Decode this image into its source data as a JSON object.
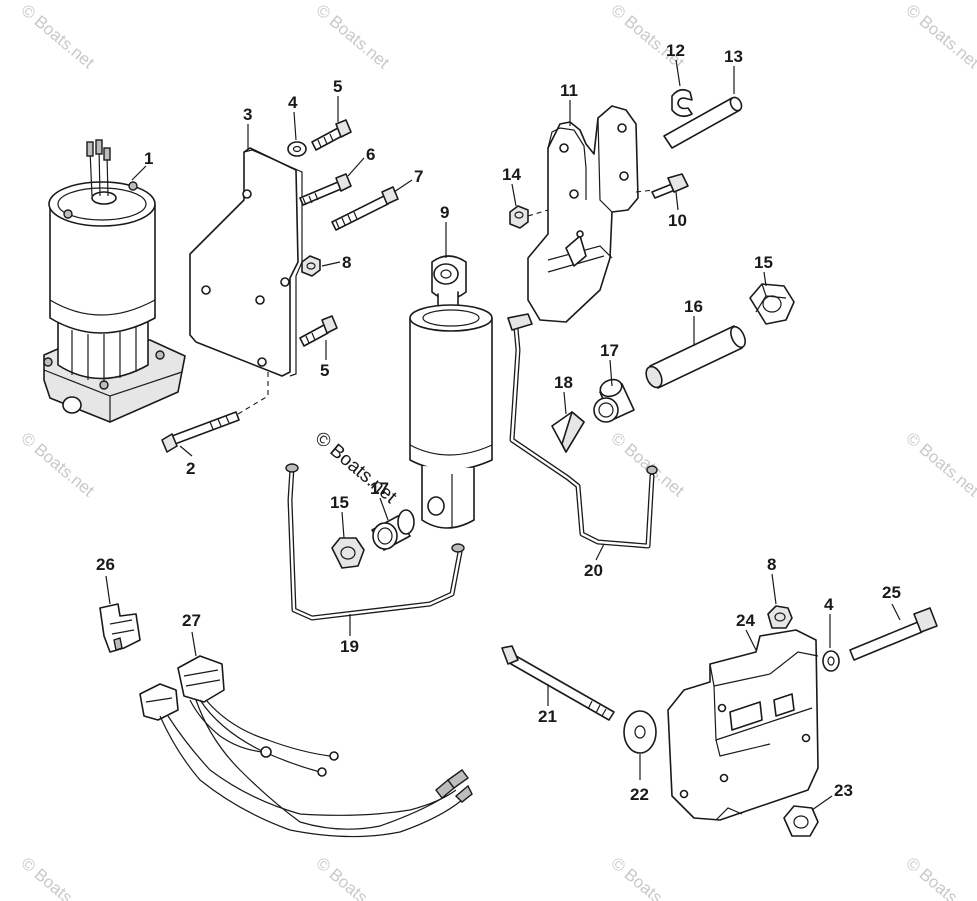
{
  "watermark": {
    "small_text": "© Boats.net",
    "overlay_text": "© Boats.net"
  },
  "callouts": {
    "c1": "1",
    "c2": "2",
    "c3": "3",
    "c4a": "4",
    "c4b": "4",
    "c5a": "5",
    "c5b": "5",
    "c6": "6",
    "c7": "7",
    "c8a": "8",
    "c8b": "8",
    "c9": "9",
    "c10": "10",
    "c11": "11",
    "c12": "12",
    "c13": "13",
    "c14": "14",
    "c15a": "15",
    "c15b": "15",
    "c16": "16",
    "c17a": "17",
    "c17b": "17",
    "c18": "18",
    "c19": "19",
    "c20": "20",
    "c21": "21",
    "c22": "22",
    "c23": "23",
    "c24": "24",
    "c25": "25",
    "c26": "26",
    "c27": "27"
  },
  "colors": {
    "line": "#1a1a1a",
    "watermark": "#c9c9c9",
    "background": "#ffffff"
  }
}
